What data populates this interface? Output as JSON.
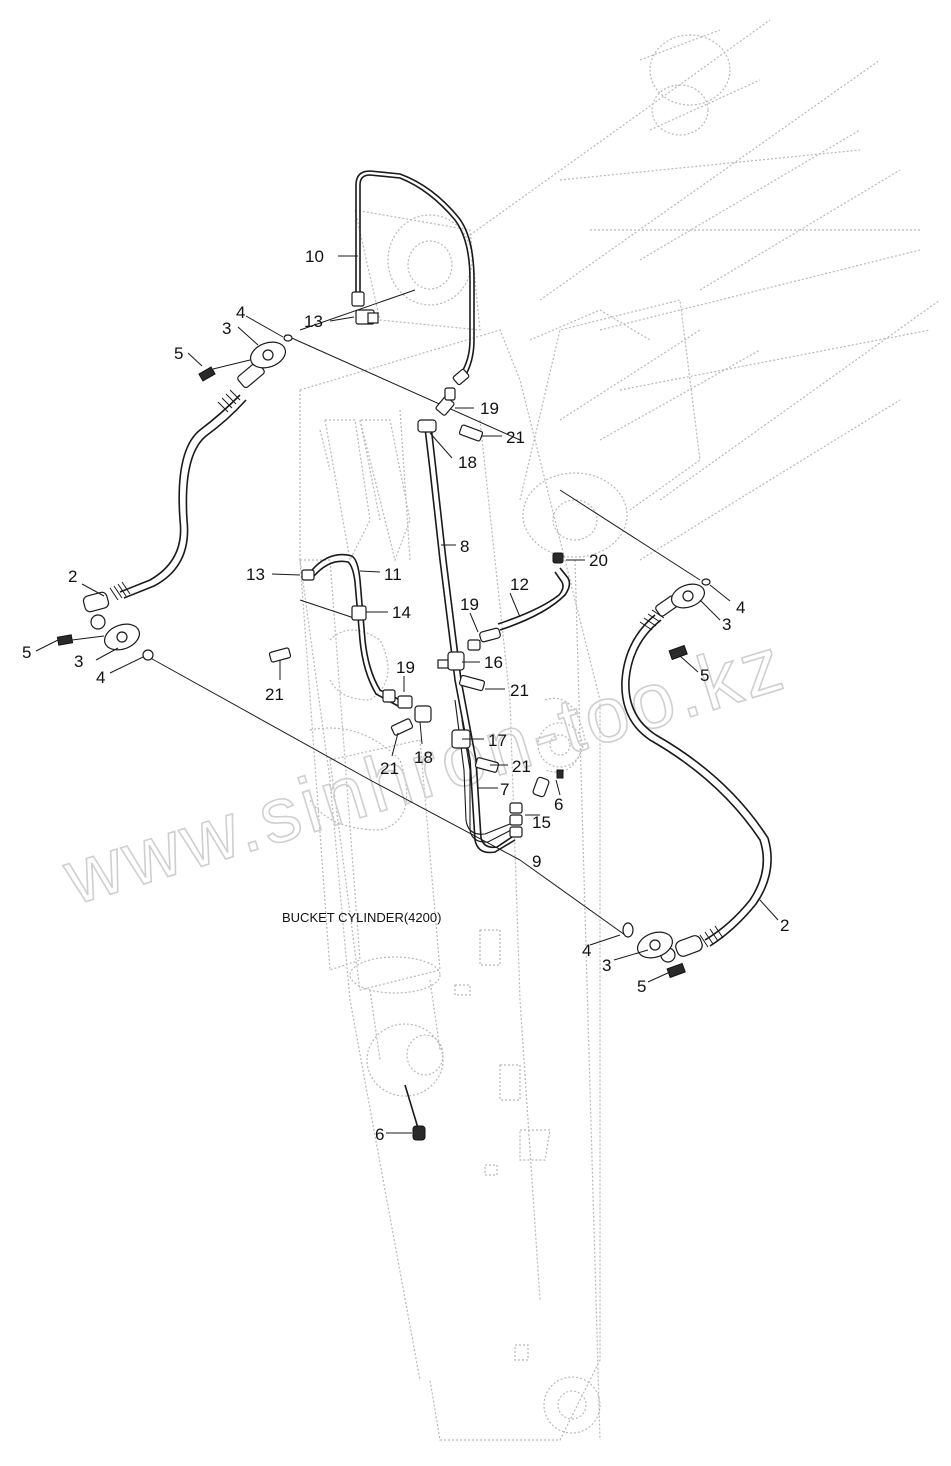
{
  "caption": "BUCKET CYLINDER(4200)",
  "watermark": "www.sinhron-too.kz",
  "labels": [
    {
      "id": "l10",
      "text": "10"
    },
    {
      "id": "l13a",
      "text": "13"
    },
    {
      "id": "l4a",
      "text": "4"
    },
    {
      "id": "l3a",
      "text": "3"
    },
    {
      "id": "l5a",
      "text": "5"
    },
    {
      "id": "l19a",
      "text": "19"
    },
    {
      "id": "l21a",
      "text": "21"
    },
    {
      "id": "l18a",
      "text": "18"
    },
    {
      "id": "l8",
      "text": "8"
    },
    {
      "id": "l2a",
      "text": "2"
    },
    {
      "id": "l13b",
      "text": "13"
    },
    {
      "id": "l11",
      "text": "11"
    },
    {
      "id": "l14",
      "text": "14"
    },
    {
      "id": "l5b",
      "text": "5"
    },
    {
      "id": "l3b",
      "text": "3"
    },
    {
      "id": "l4b",
      "text": "4"
    },
    {
      "id": "l21b",
      "text": "21"
    },
    {
      "id": "l19b",
      "text": "19"
    },
    {
      "id": "l12",
      "text": "12"
    },
    {
      "id": "l19c",
      "text": "19"
    },
    {
      "id": "l16",
      "text": "16"
    },
    {
      "id": "l21c",
      "text": "21"
    },
    {
      "id": "l20",
      "text": "20"
    },
    {
      "id": "l4c",
      "text": "4"
    },
    {
      "id": "l3c",
      "text": "3"
    },
    {
      "id": "l5c",
      "text": "5"
    },
    {
      "id": "l17",
      "text": "17"
    },
    {
      "id": "l21d",
      "text": "21"
    },
    {
      "id": "l18b",
      "text": "18"
    },
    {
      "id": "l21e",
      "text": "21"
    },
    {
      "id": "l7",
      "text": "7"
    },
    {
      "id": "l6a",
      "text": "6"
    },
    {
      "id": "l15",
      "text": "15"
    },
    {
      "id": "l9",
      "text": "9"
    },
    {
      "id": "l2b",
      "text": "2"
    },
    {
      "id": "l4d",
      "text": "4"
    },
    {
      "id": "l3d",
      "text": "3"
    },
    {
      "id": "l5d",
      "text": "5"
    },
    {
      "id": "l6b",
      "text": "6"
    }
  ]
}
